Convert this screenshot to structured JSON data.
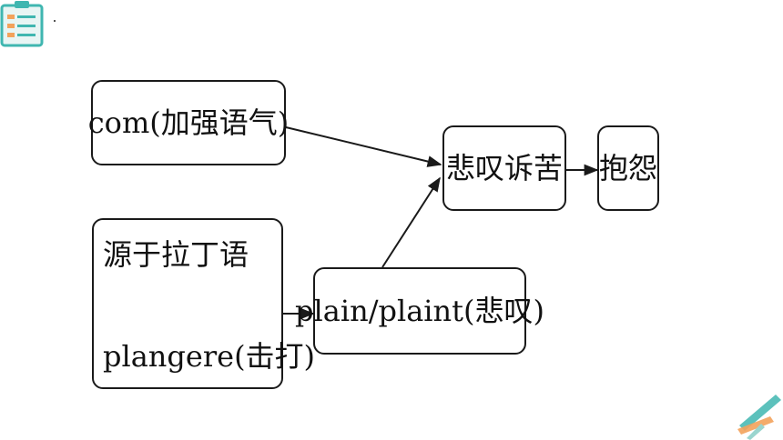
{
  "diagram": {
    "nodes": {
      "com": "com(加强语气)",
      "latin_origin": "源于拉丁语",
      "plangere": "plangere(击打)",
      "plain": "plain/plaint(悲叹)",
      "lament": "悲叹诉苦",
      "complain": "抱怨"
    },
    "edges": [
      {
        "from": "com",
        "to": "lament"
      },
      {
        "from": "latin_origin",
        "to": "plain"
      },
      {
        "from": "plain",
        "to": "lament"
      },
      {
        "from": "lament",
        "to": "complain"
      }
    ]
  },
  "decor": {
    "top_left_icon": "clipboard-icon",
    "bottom_right_logo": "pen-ruler-logo",
    "colors": {
      "teal": "#3fb6b0",
      "orange": "#f3a25b",
      "line": "#1a1a1a"
    }
  }
}
